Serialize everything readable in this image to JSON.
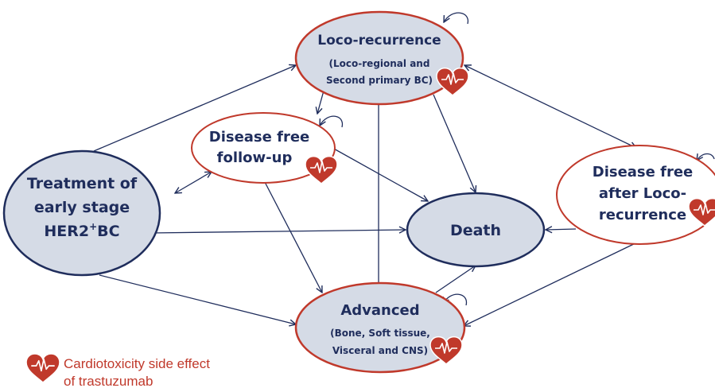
{
  "colors": {
    "edge": "#1f2d5c",
    "shaded_fill": "#d5dbe6",
    "shaded_stroke": "#1f2d5c",
    "open_stroke": "#c0392b",
    "heart": "#c0392b",
    "legend_text": "#c0392b"
  },
  "nodes": {
    "loco": {
      "title": "Loco-recurrence",
      "sub1": "(Loco-regional and",
      "sub2": "Second primary BC)"
    },
    "dff": {
      "line1": "Disease free",
      "line2": "follow-up"
    },
    "treat": {
      "line1": "Treatment of",
      "line2": "early stage",
      "line3_main": "HER2",
      "line3_sup": "+",
      "line3_end": "BC"
    },
    "death": {
      "title": "Death"
    },
    "dfa": {
      "line1": "Disease free",
      "line2": "after Loco-",
      "line3": "recurrence"
    },
    "adv": {
      "title": "Advanced",
      "sub1": "(Bone, Soft tissue,",
      "sub2": "Visceral and CNS)"
    }
  },
  "legend": {
    "line1": "Cardiotoxicity side effect",
    "line2": "of trastuzumab"
  },
  "icons": [
    "heart-ecg-icon",
    "self-loop-arrow-icon"
  ]
}
